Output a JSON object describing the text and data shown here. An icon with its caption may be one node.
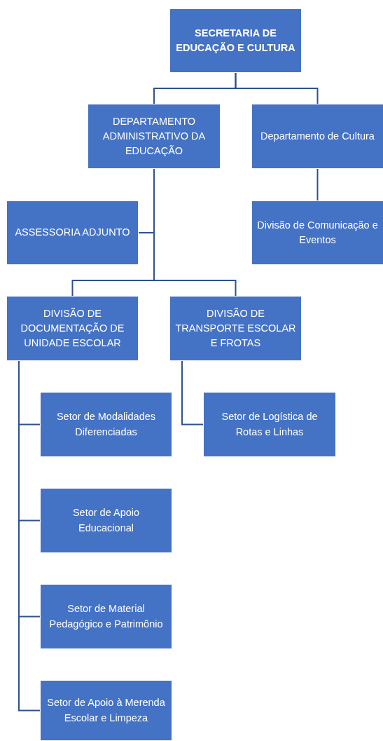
{
  "diagram": {
    "nodes": [
      {
        "text": [
          "SECRETARIA DE EDUCAÇÃO E CULTURA"
        ]
      },
      {
        "text": [
          "DEPARTAMENTO ADMINISTRATIVO DA EDUCAÇÃO"
        ]
      },
      {
        "text": [
          "Departamento de Cultura"
        ]
      },
      {
        "text": [
          "ASSESSORIA ADJUNTO"
        ]
      },
      {
        "text": [
          "Divisão de Comunicação e Eventos"
        ]
      },
      {
        "text": [
          "DIVISÃO DE DOCUMENTAÇÃO DE UNIDADE ESCOLAR"
        ]
      },
      {
        "text": [
          "DIVISÃO DE TRANSPORTE ESCOLAR E FROTAS"
        ]
      },
      {
        "text": [
          "Setor de Modalidades Diferenciadas"
        ]
      },
      {
        "text": [
          "Setor de Logística de Rotas e Linhas"
        ]
      },
      {
        "text": [
          "Setor de Apoio Educacional"
        ]
      },
      {
        "text": [
          "Setor de Material Pedagógico e Patrimônio"
        ]
      },
      {
        "text": [
          "Setor de Apoio à Merenda Escolar e Limpeza"
        ]
      }
    ],
    "edges": [
      {
        "from": 0,
        "to": 1,
        "arrow": "none"
      },
      {
        "from": 0,
        "to": 2,
        "arrow": "none"
      },
      {
        "from": 1,
        "to": 3,
        "arrow": "none"
      },
      {
        "from": 1,
        "to": 5,
        "arrow": "none"
      },
      {
        "from": 1,
        "to": 6,
        "arrow": "none"
      },
      {
        "from": 2,
        "to": 4,
        "arrow": "none"
      },
      {
        "from": 5,
        "to": 7,
        "arrow": "none"
      },
      {
        "from": 5,
        "to": 9,
        "arrow": "none"
      },
      {
        "from": 5,
        "to": 10,
        "arrow": "none"
      },
      {
        "from": 5,
        "to": 11,
        "arrow": "none"
      },
      {
        "from": 6,
        "to": 8,
        "arrow": "none"
      }
    ]
  }
}
